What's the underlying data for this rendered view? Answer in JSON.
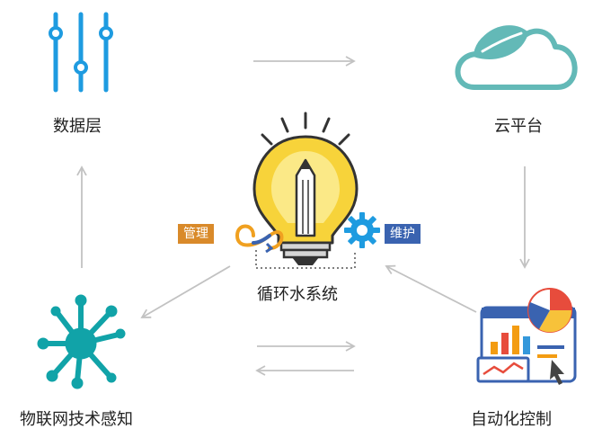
{
  "nodes": {
    "data_layer": "数据层",
    "cloud_platform": "云平台",
    "iot": "物联网技术感知",
    "automation": "自动化控制",
    "center": "循环水系统"
  },
  "badges": {
    "manage": "管理",
    "maintain": "维护"
  },
  "icons": {
    "data_layer": "sliders-icon",
    "cloud_platform": "leaf-cloud-icon",
    "iot": "network-node-icon",
    "automation": "dashboard-charts-icon",
    "center": "lightbulb-pencil-icon",
    "manage": "infinity-icon",
    "maintain": "gear-icon"
  },
  "colors": {
    "accent_blue": "#1e9be0",
    "teal": "#63b9b7",
    "iot_teal": "#11a3a8",
    "bulb_yellow": "#f7d33a",
    "badge_orange": "#d98a2a",
    "badge_blue": "#3a63b0",
    "arrow_gray": "#c2c2c2"
  }
}
